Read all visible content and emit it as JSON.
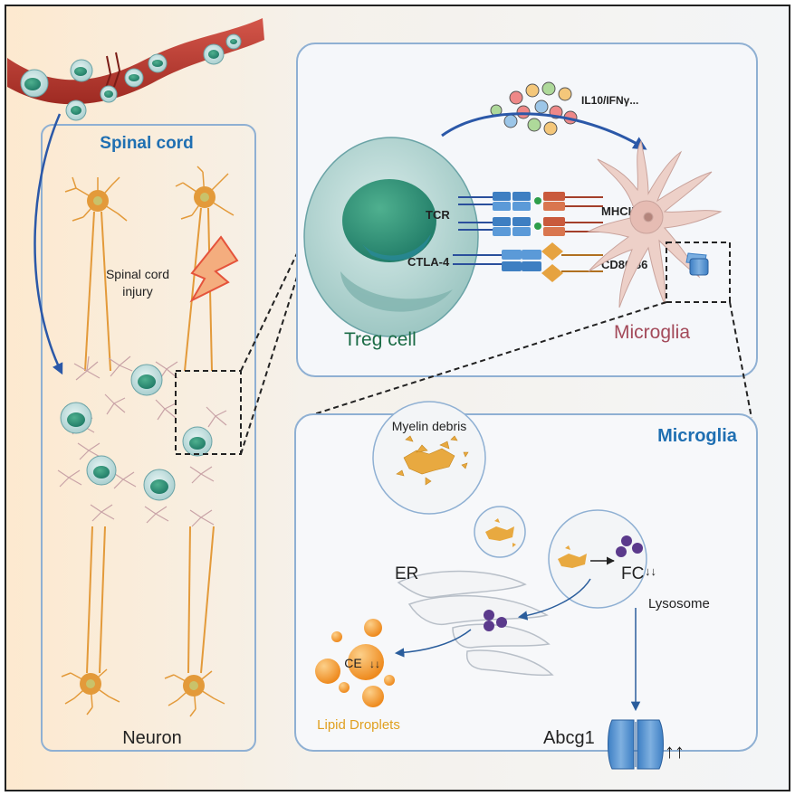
{
  "labels": {
    "spinal_cord": "Spinal cord",
    "injury_line1": "Spinal cord",
    "injury_line2": "injury",
    "neuron": "Neuron",
    "cytokines": "IL10/IFNγ...",
    "tcr": "TCR",
    "ctla4": "CTLA-4",
    "mhcii": "MHCII",
    "cd80_86": "CD80/86",
    "treg_cell": "Treg cell",
    "microglia_top": "Microglia",
    "microglia_panel": "Microglia",
    "myelin_debris": "Myelin debris",
    "er": "ER",
    "fc": "FC",
    "fc_arrows": "↓↓",
    "lysosome": "Lysosome",
    "ce": "CE",
    "ce_arrows": "↓↓",
    "lipid_droplets": "Lipid Droplets",
    "abcg1": "Abcg1",
    "abcg1_arrows": "↑↑"
  },
  "colors": {
    "blue_title": "#1f6fb2",
    "treg_green": "#1a6b45",
    "microglia_red": "#a34a5a",
    "lipid_orange": "#e0a020",
    "neuron_orange": "#e39a3a",
    "vessel_red": "#c0392b",
    "panel_border": "#8fb0d3"
  }
}
